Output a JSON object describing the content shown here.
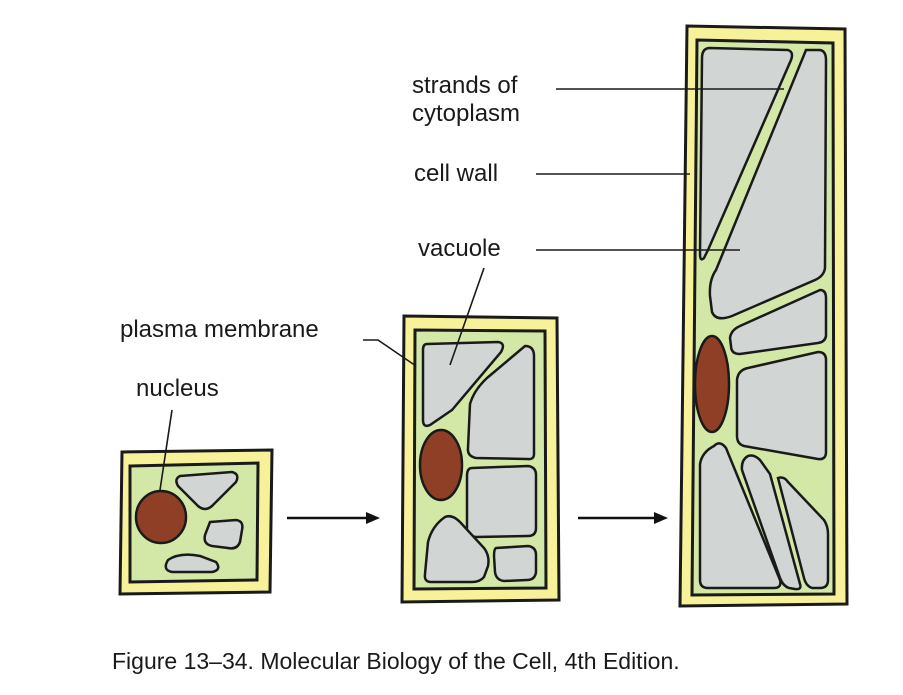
{
  "labels": {
    "strands": "strands of",
    "strands2": "cytoplasm",
    "cell_wall": "cell wall",
    "vacuole": "vacuole",
    "plasma_membrane": "plasma membrane",
    "nucleus": "nucleus"
  },
  "caption": "Figure 13–34. Molecular Biology of the Cell, 4th Edition.",
  "colors": {
    "cell_wall": "#f7f19a",
    "cytoplasm": "#d3e8a6",
    "vacuole": "#d1d5d4",
    "nucleus": "#8e3f25"
  }
}
